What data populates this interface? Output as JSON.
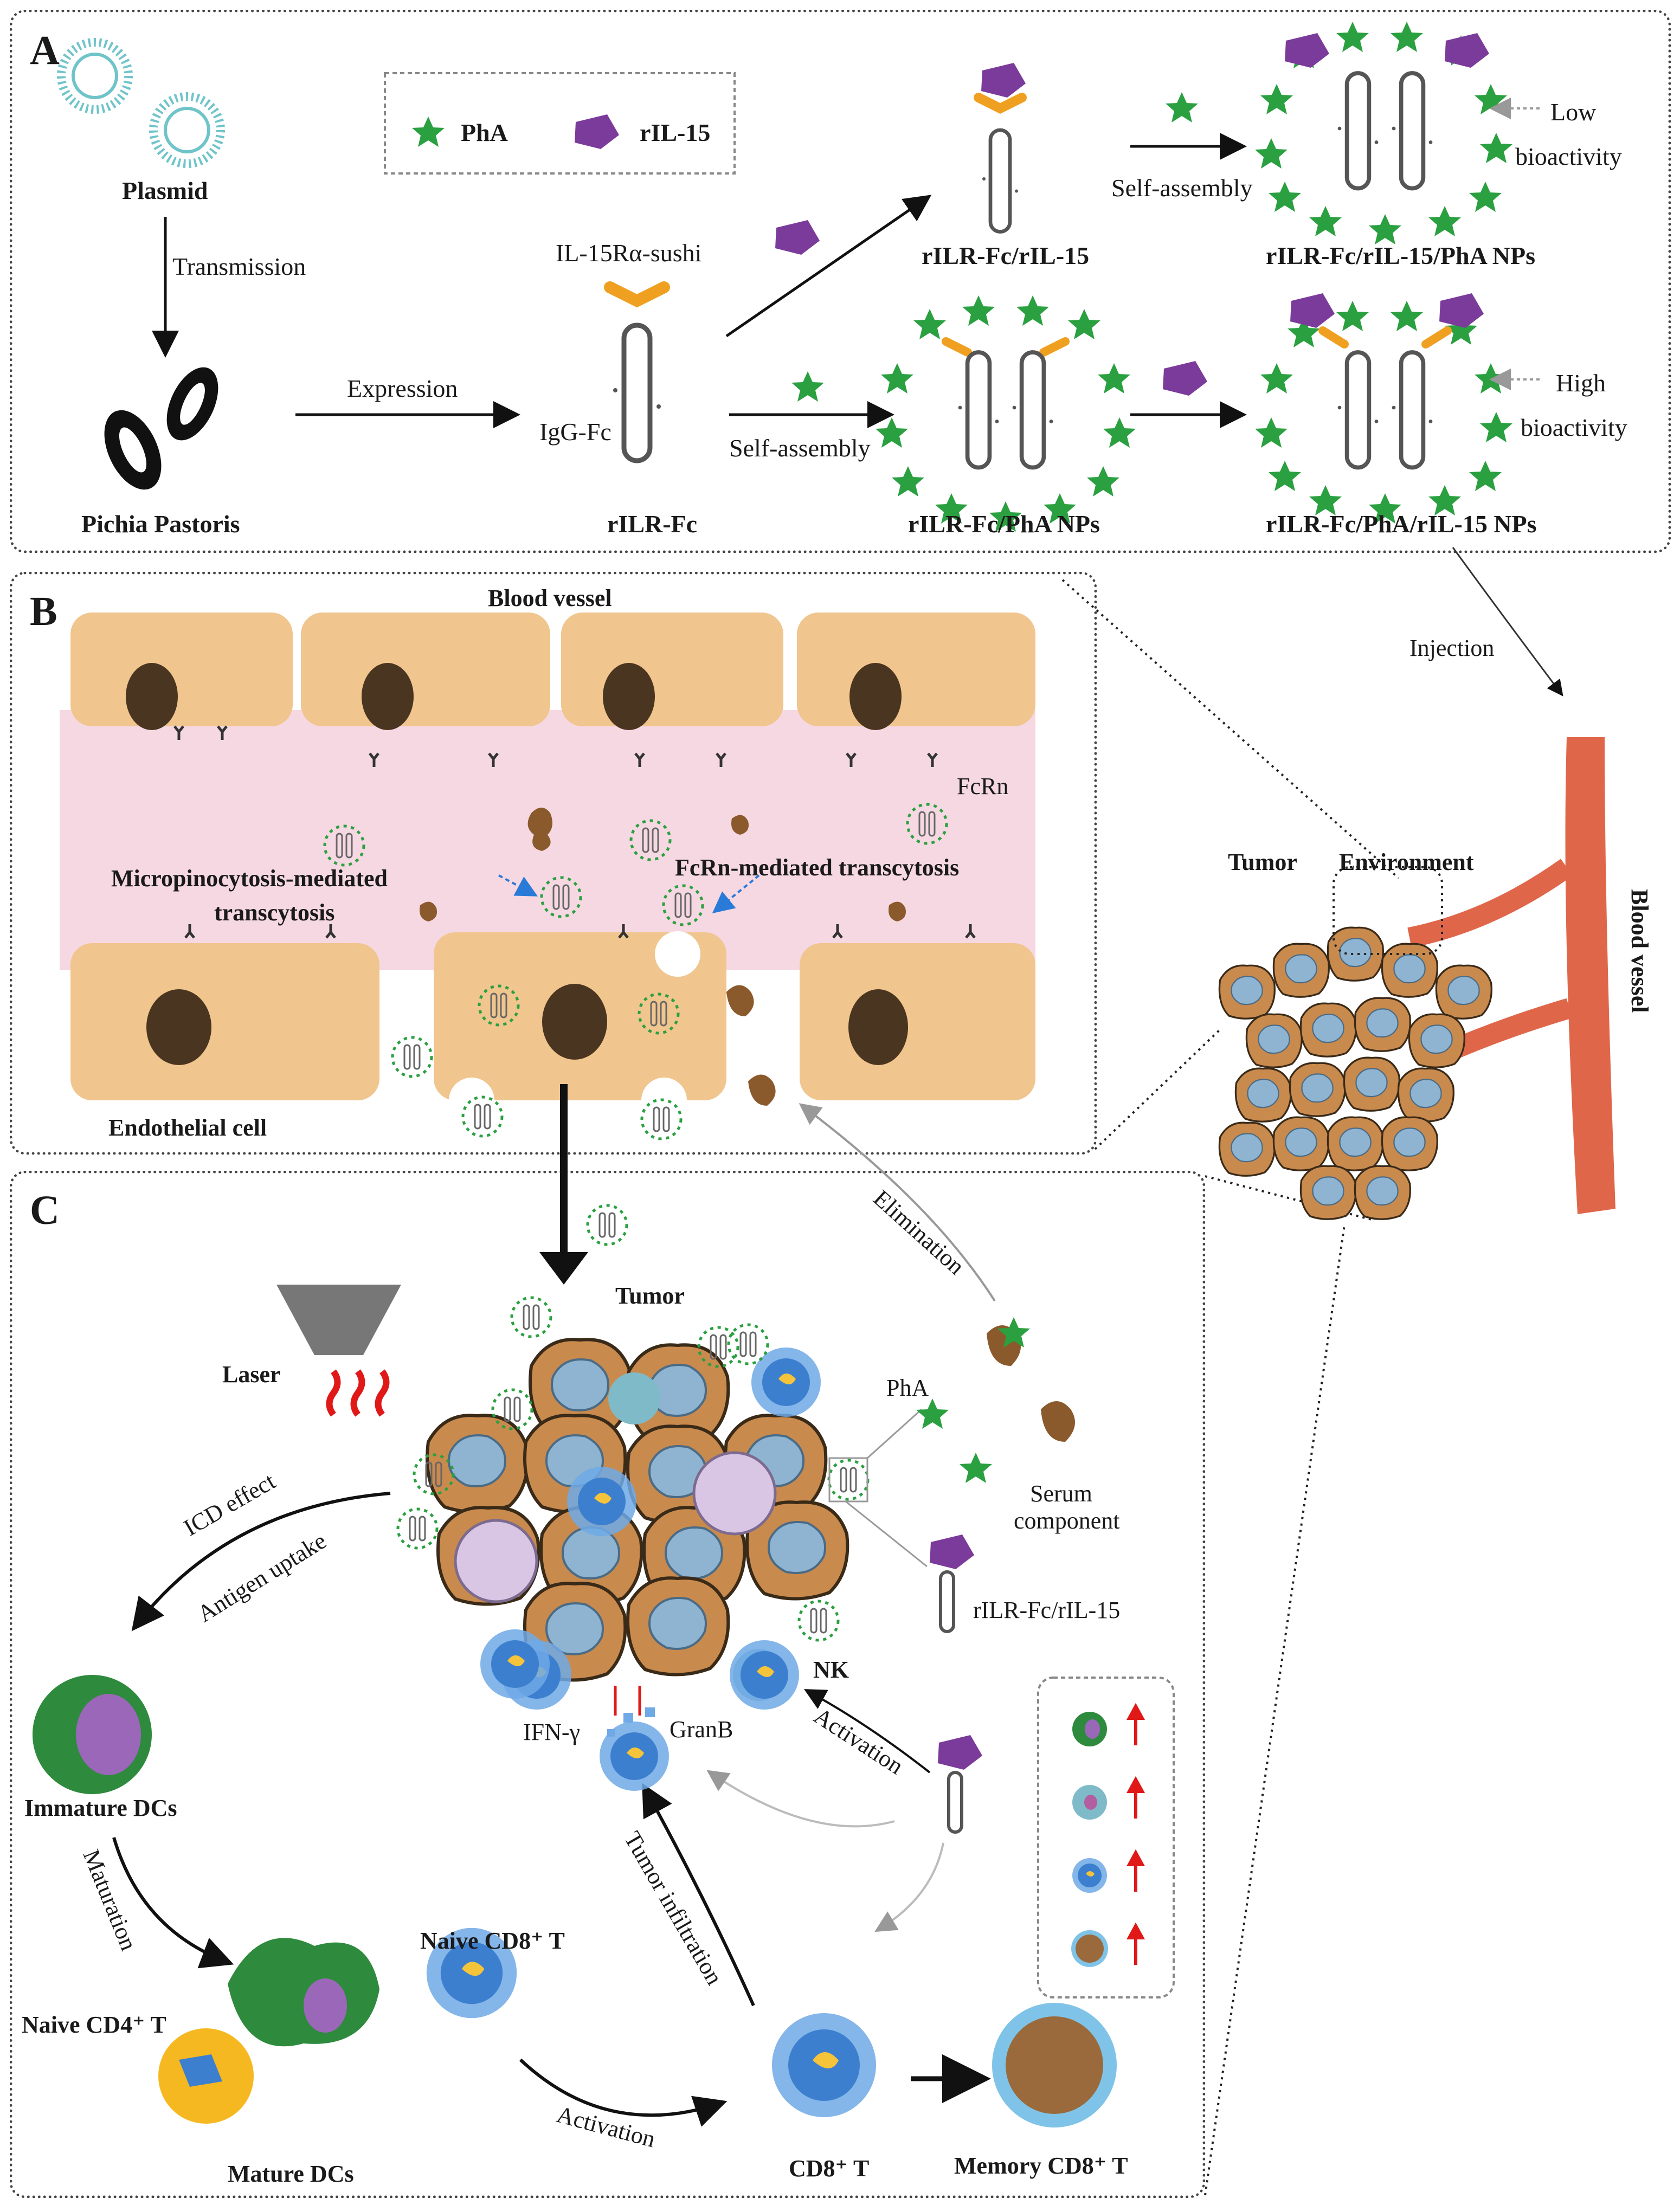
{
  "panels": {
    "a": "A",
    "b": "B",
    "c": "C"
  },
  "legend": {
    "pha": "PhA",
    "ril15": "rIL-15"
  },
  "panel_a": {
    "plasmid": "Plasmid",
    "transmission": "Transmission",
    "pichia": "Pichia Pastoris",
    "expression": "Expression",
    "sushi": "IL-15Rα-sushi",
    "fc": "IgG-Fc",
    "rilr_fc": "rILR-Fc",
    "rilr_fc_ril15": "rILR-Fc/rIL-15",
    "self_assembly_top": "Self-assembly",
    "np_top": "rILR-Fc/rIL-15/PhA NPs",
    "low_1": "Low",
    "low_2": "bioactivity",
    "self_assembly_bottom": "Self-assembly",
    "pha_nps": "rILR-Fc/PhA NPs",
    "np_bottom": "rILR-Fc/PhA/rIL-15 NPs",
    "high_1": "High",
    "high_2": "bioactivity"
  },
  "panel_b": {
    "blood_vessel": "Blood  vessel",
    "fcrn": "FcRn",
    "micro_1": "Micropinocytosis-mediated",
    "micro_2": "transcytosis",
    "fcrn_mediated": "FcRn-mediated  transcytosis",
    "endothelial": "Endothelial cell"
  },
  "side": {
    "injection": "Injection",
    "tumor": "Tumor",
    "environment": "Environment",
    "blood_vessel": "Blood  vessel"
  },
  "panel_c": {
    "tumor": "Tumor",
    "laser": "Laser",
    "elimination": "Elimination",
    "pha": "PhA",
    "serum_1": "Serum",
    "serum_2": "component",
    "ril15": "rILR-Fc/rIL-15",
    "icd": "ICD effect",
    "antigen": "Antigen uptake",
    "nk": "NK",
    "ifn": "IFN-γ",
    "granb": "GranB",
    "activation_nk": "Activation",
    "immature": "Immature DCs",
    "maturation": "Maturation",
    "tumor_infiltration": "Tumor  infiltration",
    "naive_cd8": "Naive CD8⁺ T",
    "naive_cd4": "Naive CD4⁺ T",
    "mature": "Mature DCs",
    "activation": "Activation",
    "cd8": "CD8⁺ T",
    "memory": "Memory CD8⁺ T"
  },
  "colors": {
    "pha_star": "#2aa040",
    "ril15": "#7b3b9a",
    "sushi": "#f0a020",
    "cell": "#f0c58e",
    "nucleus": "#4a3520",
    "lumen": "#f6d8e2",
    "vessel": "#e0664a",
    "tumor_cell": "#c98a4e"
  }
}
